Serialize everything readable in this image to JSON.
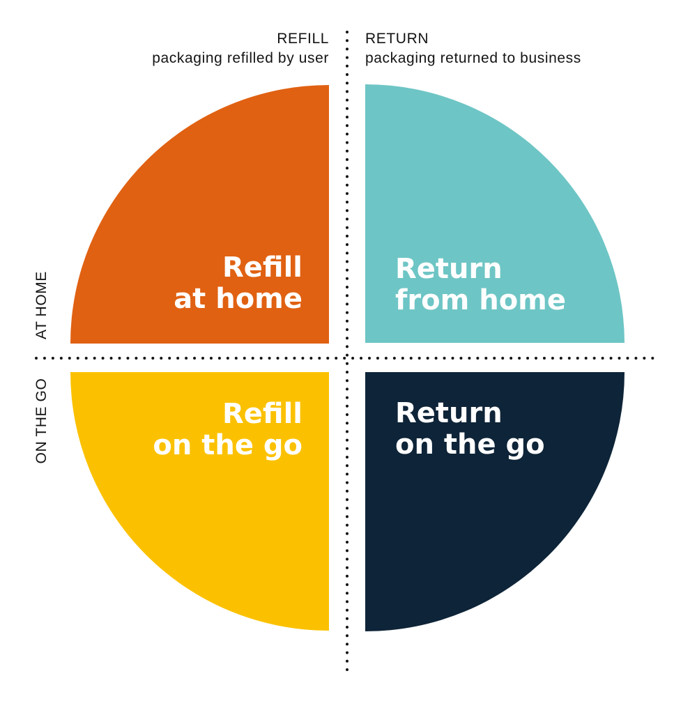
{
  "header": {
    "left_title": "REFILL",
    "left_subtitle": "packaging refilled by user",
    "right_title": "RETURN",
    "right_subtitle": "packaging returned to business"
  },
  "side": {
    "top": "AT HOME",
    "bottom": "ON THE GO"
  },
  "quadrants": {
    "top_left": {
      "line1": "Refill",
      "line2": "at home",
      "color": "#E06112"
    },
    "top_right": {
      "line1": "Return",
      "line2": "from home",
      "color": "#6EC5C5"
    },
    "bottom_left": {
      "line1": "Refill",
      "line2": "on the go",
      "color": "#FBC100"
    },
    "bottom_right": {
      "line1": "Return",
      "line2": "on the go",
      "color": "#0E2438"
    }
  },
  "colors": {
    "divider": "#141414",
    "text_on_quadrant": "#FFFFFF"
  }
}
